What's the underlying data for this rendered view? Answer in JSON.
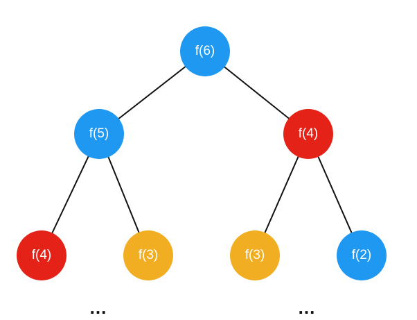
{
  "colors": {
    "blue": "#1E98F0",
    "red": "#E42217",
    "orange": "#F2AE22",
    "edge": "#111111"
  },
  "nodes": [
    {
      "id": "n1",
      "label": "f(6)",
      "color": "blue"
    },
    {
      "id": "n2",
      "label": "f(5)",
      "color": "blue"
    },
    {
      "id": "n3",
      "label": "f(4)",
      "color": "red"
    },
    {
      "id": "n4",
      "label": "f(4)",
      "color": "red"
    },
    {
      "id": "n5",
      "label": "f(3)",
      "color": "orange"
    },
    {
      "id": "n6",
      "label": "f(3)",
      "color": "orange"
    },
    {
      "id": "n7",
      "label": "f(2)",
      "color": "blue"
    }
  ],
  "edges": [
    [
      "n1",
      "n2"
    ],
    [
      "n1",
      "n3"
    ],
    [
      "n2",
      "n4"
    ],
    [
      "n2",
      "n5"
    ],
    [
      "n3",
      "n6"
    ],
    [
      "n3",
      "n7"
    ]
  ],
  "ellipses": [
    "...",
    "..."
  ]
}
